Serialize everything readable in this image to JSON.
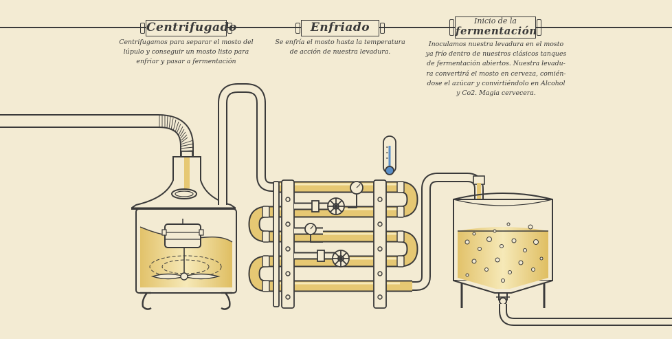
{
  "steps": [
    {
      "title": "Centrifugado",
      "lines": [
        "Centrifugamos para separar el mosto del",
        "lúpulo y conseguir un mosto listo para",
        "enfriar y pasar a fermentación"
      ]
    },
    {
      "title": "Enfriado",
      "lines": [
        "Se enfría el mosto hasta la temperatura",
        "de acción de nuestra levadura."
      ]
    },
    {
      "subtitle": "Inicio de la",
      "title": "fermentación",
      "lines": [
        "Inoculamos nuestra levadura en el mosto",
        "ya frío dentro de nuestros clásicos tanques",
        "de fermentación abiertos.  Nuestra levadu-",
        "ra convertirá el mosto en cerveza, comién-",
        "dose el azúcar y convirtiéndolo en Alcohol",
        "y Co2. Magia cervecera."
      ]
    }
  ],
  "colors": {
    "background": "#f3ebd3",
    "ink": "#3a3a3a",
    "pipe": "#f3ebd3",
    "beer": "#e6c873",
    "beer_light": "#f4e6b3",
    "thermo_blue": "#5a8fc8"
  },
  "icons": [
    "centrifuge-tank",
    "heat-exchanger",
    "valve-wheel",
    "pressure-gauge",
    "thermometer",
    "fermentation-tank"
  ]
}
